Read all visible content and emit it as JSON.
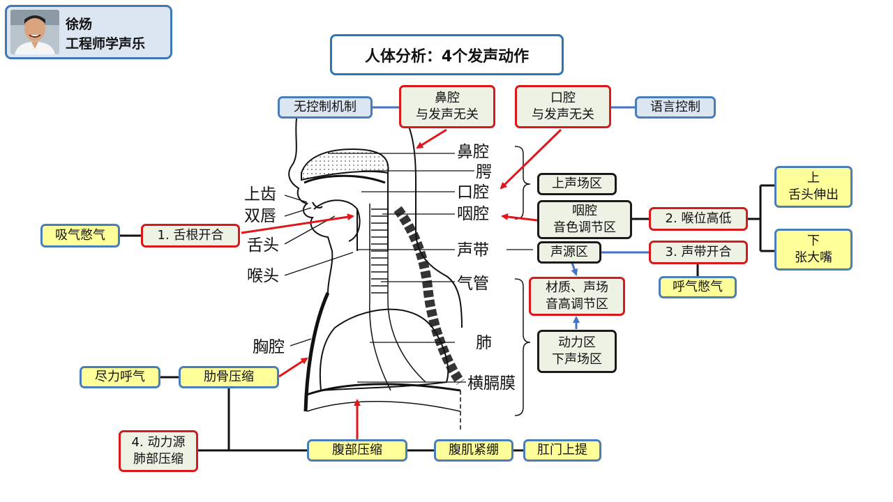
{
  "header": {
    "name": "徐炀",
    "subtitle": "工程师学声乐"
  },
  "title": "人体分析：4个发声动作",
  "anatomy": {
    "nasal_cavity": "鼻腔",
    "palate": "腭",
    "oral_cavity": "口腔",
    "pharynx": "咽腔",
    "vocal_cords": "声带",
    "trachea": "气管",
    "lungs": "肺",
    "diaphragm": "横膈膜",
    "upper_teeth": "上齿",
    "lips": "双唇",
    "tongue": "舌头",
    "larynx": "喉头",
    "chest": "胸腔"
  },
  "boxes": {
    "no_control": "无控制机制",
    "nasal_note": [
      "鼻腔",
      "与发声无关"
    ],
    "oral_note": [
      "口腔",
      "与发声无关"
    ],
    "language_control": "语言控制",
    "upper_zone": "上声场区",
    "pharynx_zone": [
      "咽腔",
      "音色调节区"
    ],
    "source_zone": "声源区",
    "pitch_zone": [
      "材质、声场",
      "音高调节区"
    ],
    "power_zone": [
      "动力区",
      "下声场区"
    ],
    "larynx_height": "2. 喉位高低",
    "tongue_out": [
      "上",
      "舌头伸出"
    ],
    "open_mouth": [
      "下",
      "张大嘴"
    ],
    "cord_close": "3. 声带开合",
    "exhale_hold": "呼气憋气",
    "inhale_hold": "吸气憋气",
    "tongue_root": "1. 舌根开合",
    "full_breath": "尽力呼气",
    "rib_compress": "肋骨压缩",
    "power_source": [
      "4. 动力源",
      "肺部压缩"
    ],
    "abdomen_compress": "腹部压缩",
    "abs_tight": "腹肌紧绷",
    "anus_lift": "肛门上提"
  },
  "colors": {
    "blue_fill": "#dce6f2",
    "yellow_fill": "#ffff99",
    "green_fill": "#eef2e4",
    "red_border": "#d7191c",
    "blue_border": "#4a7ebb",
    "arrow_red": "#e0161b",
    "arrow_blue": "#4472c4"
  },
  "icons": {
    "avatar": "person-photo"
  }
}
